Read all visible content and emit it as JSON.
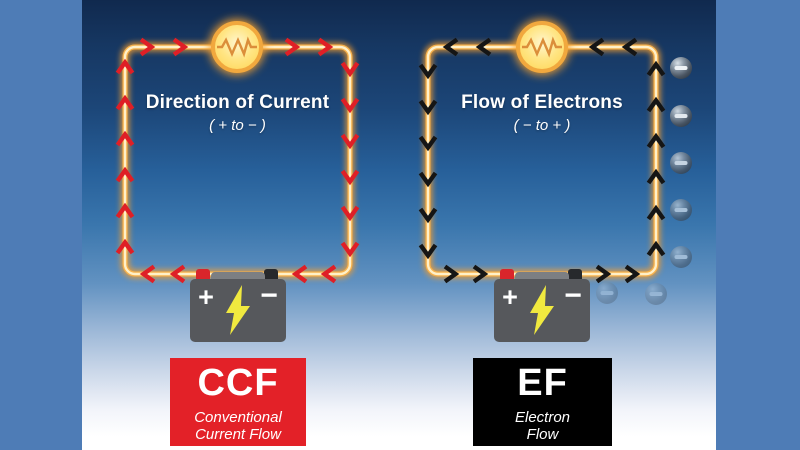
{
  "meta": {
    "description": "Infographic comparing conventional current flow and electron flow in a simple battery-bulb circuit"
  },
  "palette": {
    "sidebar_blue": "#4e7cb6",
    "sky_top": "#10294e",
    "sky_bottom": "#ffffff",
    "wire_core": "#fff0c8",
    "wire_glow": "#f59e2f",
    "bulb_fill": "#ffe584",
    "bulb_border": "#f1a83e",
    "battery_body": "#56585c",
    "battery_positive_terminal": "#d9252b",
    "battery_negative_terminal": "#27292c",
    "lightning_bolt": "#f0e93f",
    "ccf_red": "#e32128",
    "ef_black": "#000000",
    "electron_body": "#46515e"
  },
  "left_circuit": {
    "title": "Direction of Current",
    "subtitle": "( + to − )",
    "arrow_color": "#df1f26",
    "arrow_direction": "clockwise from + terminal to − terminal",
    "battery_plus": "+",
    "battery_minus": "−",
    "badge": {
      "abbr": "CCF",
      "caption_line1": "Conventional",
      "caption_line2": "Current Flow",
      "bg": "#e32128"
    }
  },
  "right_circuit": {
    "title": "Flow of Electrons",
    "subtitle": "( − to + )",
    "arrow_color": "#151515",
    "arrow_direction": "counterclockwise from − terminal to + terminal",
    "battery_plus": "+",
    "battery_minus": "−",
    "electron_sign": "minus",
    "electron_count": 5,
    "ghost_electron_count": 2,
    "badge": {
      "abbr": "EF",
      "caption_line1": "Electron",
      "caption_line2": "Flow",
      "bg": "#000000"
    }
  }
}
